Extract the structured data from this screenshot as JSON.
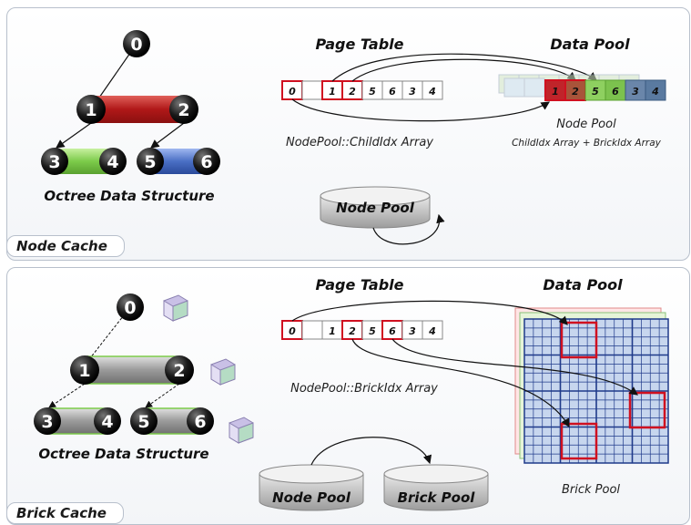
{
  "top": {
    "tag": "Node Cache",
    "octree_label": "Octree Data Structure",
    "nodes": [
      "0",
      "1",
      "2",
      "3",
      "4",
      "5",
      "6"
    ],
    "page_table_title": "Page Table",
    "data_pool_title": "Data Pool",
    "page_table_cells": [
      "0",
      "",
      "1",
      "2",
      "5",
      "6",
      "3",
      "4"
    ],
    "array_label": "NodePool::ChildIdx Array",
    "pool_cells": [
      "1",
      "2",
      "5",
      "6",
      "3",
      "4"
    ],
    "pool_label": "Node Pool",
    "pool_sublabel": "ChildIdx Array + BrickIdx Array",
    "cylinder_label": "Node Pool"
  },
  "bottom": {
    "tag": "Brick Cache",
    "octree_label": "Octree Data Structure",
    "nodes": [
      "0",
      "1",
      "2",
      "3",
      "4",
      "5",
      "6"
    ],
    "page_table_title": "Page Table",
    "data_pool_title": "Data Pool",
    "page_table_cells": [
      "0",
      "",
      "1",
      "2",
      "5",
      "6",
      "3",
      "4"
    ],
    "array_label": "NodePool::BrickIdx Array",
    "pool_label": "Brick Pool",
    "cylinder_left": "Node Pool",
    "cylinder_right": "Brick Pool"
  },
  "colors": {
    "edge_red": "#c0242a",
    "edge_green": "#7ccb4a",
    "edge_blue": "#4a6fc4",
    "edge_gray": "#8a8a8a",
    "highlight": "#d01020",
    "grid": "#1f3a8a"
  }
}
